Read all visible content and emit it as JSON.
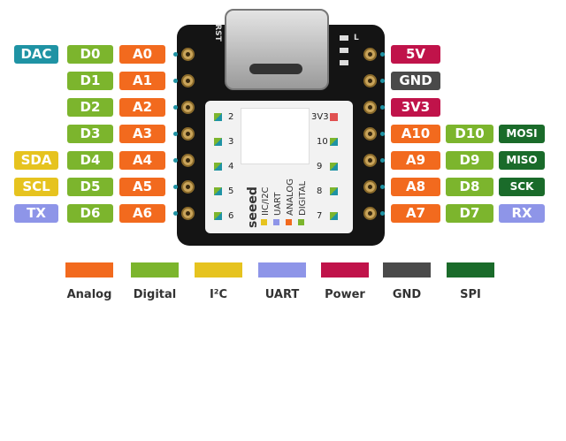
{
  "left_pins": [
    {
      "extra": "DAC",
      "extra_type": "dac",
      "digital": "D0",
      "analog": "A0"
    },
    {
      "extra": "",
      "extra_type": "",
      "digital": "D1",
      "analog": "A1"
    },
    {
      "extra": "",
      "extra_type": "",
      "digital": "D2",
      "analog": "A2"
    },
    {
      "extra": "",
      "extra_type": "",
      "digital": "D3",
      "analog": "A3"
    },
    {
      "extra": "SDA",
      "extra_type": "i2c",
      "digital": "D4",
      "analog": "A4"
    },
    {
      "extra": "SCL",
      "extra_type": "i2c",
      "digital": "D5",
      "analog": "A5"
    },
    {
      "extra": "TX",
      "extra_type": "uart",
      "digital": "D6",
      "analog": "A6"
    }
  ],
  "right_pins": [
    {
      "main": "5V",
      "main_type": "power",
      "digital": "",
      "extra": "",
      "extra_type": ""
    },
    {
      "main": "GND",
      "main_type": "gnd",
      "digital": "",
      "extra": "",
      "extra_type": ""
    },
    {
      "main": "3V3",
      "main_type": "power",
      "digital": "",
      "extra": "",
      "extra_type": ""
    },
    {
      "main": "A10",
      "main_type": "analog",
      "digital": "D10",
      "extra": "MOSI",
      "extra_type": "spi"
    },
    {
      "main": "A9",
      "main_type": "analog",
      "digital": "D9",
      "extra": "MISO",
      "extra_type": "spi"
    },
    {
      "main": "A8",
      "main_type": "analog",
      "digital": "D8",
      "extra": "SCK",
      "extra_type": "spi"
    },
    {
      "main": "A7",
      "main_type": "analog",
      "digital": "D7",
      "extra": "RX",
      "extra_type": "uart"
    }
  ],
  "board": {
    "silk_rst": "RST",
    "silk_l": "L",
    "left_numbers": [
      "2",
      "3",
      "4",
      "5",
      "6"
    ],
    "right_numbers": [
      "3V3",
      "10",
      "9",
      "8",
      "7"
    ],
    "brand": "seeed",
    "legend_lines": [
      "IIC/I2C",
      "UART",
      "ANALOG",
      "DIGITAL"
    ]
  },
  "legend": [
    {
      "label": "Analog",
      "type": "analog"
    },
    {
      "label": "Digital",
      "type": "digital"
    },
    {
      "label": "I²C",
      "type": "i2c"
    },
    {
      "label": "UART",
      "type": "uart"
    },
    {
      "label": "Power",
      "type": "power"
    },
    {
      "label": "GND",
      "type": "gnd"
    },
    {
      "label": "SPI",
      "type": "spi"
    }
  ],
  "colors": {
    "analog": "#f26a1e",
    "digital": "#7cb52d",
    "i2c": "#e6c31f",
    "uart": "#8e95e8",
    "power": "#c0134a",
    "gnd": "#4a4a4a",
    "spi": "#1a6b2a",
    "dac": "#1f93a4",
    "board": "#141414"
  }
}
